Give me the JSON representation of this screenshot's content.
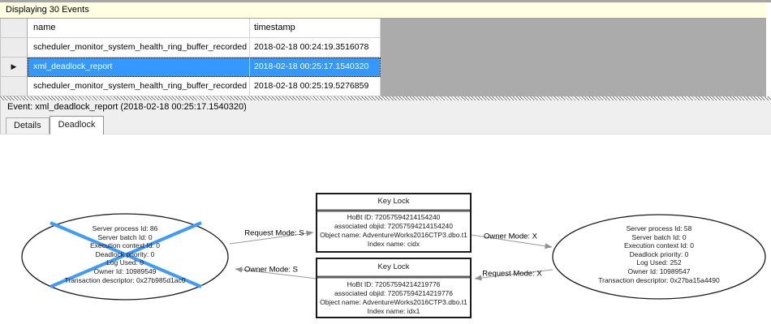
{
  "info_bar": {
    "text": "Displaying 30 Events"
  },
  "grid": {
    "columns": [
      {
        "label": "name"
      },
      {
        "label": "timestamp"
      }
    ],
    "rows": [
      {
        "name": "scheduler_monitor_system_health_ring_buffer_recorded",
        "timestamp": "2018-02-18 00:24:19.3516078"
      },
      {
        "name": "xml_deadlock_report",
        "timestamp": "2018-02-18 00:25:17.1540320"
      },
      {
        "name": "scheduler_monitor_system_health_ring_buffer_recorded",
        "timestamp": "2018-02-18 00:25:19.5276859"
      }
    ],
    "selected_index": 1,
    "selected_row_marker": "▶"
  },
  "event_bar": {
    "text": "Event: xml_deadlock_report (2018-02-18 00:25:17.1540320)"
  },
  "tabs": [
    {
      "label": "Details"
    },
    {
      "label": "Deadlock"
    }
  ],
  "active_tab": "Deadlock",
  "graph": {
    "process_left": {
      "lines": [
        "Server process Id: 86",
        "Server batch Id: 0",
        "Execution context Id: 0",
        "Deadlock priority: 0",
        "Log Used: 0",
        "Owner Id: 10989549",
        "Transaction descriptor: 0x27b985d1ac0"
      ],
      "victim": true
    },
    "process_right": {
      "lines": [
        "Server process Id: 58",
        "Server batch Id: 0",
        "Execution context Id: 0",
        "Deadlock priority: 0",
        "Log Used: 252",
        "Owner Id: 10989547",
        "Transaction descriptor: 0x27ba15a4490"
      ],
      "victim": false
    },
    "lock_top": {
      "title": "Key Lock",
      "lines": [
        "HoBt ID: 72057594214154240",
        "associated objid: 72057594214154240",
        "Object name: AdventureWorks2016CTP3.dbo.t1",
        "Index name: cidx"
      ]
    },
    "lock_bottom": {
      "title": "Key Lock",
      "lines": [
        "HoBt ID: 72057594214219776",
        "associated objid: 72057594214219776",
        "Object name: AdventureWorks2016CTP3.dbo.t1",
        "Index name: idx1"
      ]
    },
    "edges": {
      "request_s": "Request Mode: S",
      "owner_s": "Owner Mode: S",
      "owner_x": "Owner Mode: X",
      "request_x": "Request Mode: X"
    }
  },
  "colors": {
    "selection_blue": "#3498FE",
    "victim_cross_blue": "#3E9BFC",
    "info_bar_yellow": "#FFFFE1",
    "grid_filler_gray": "#ABABAB",
    "edge_gray": "#9A9A9A"
  }
}
